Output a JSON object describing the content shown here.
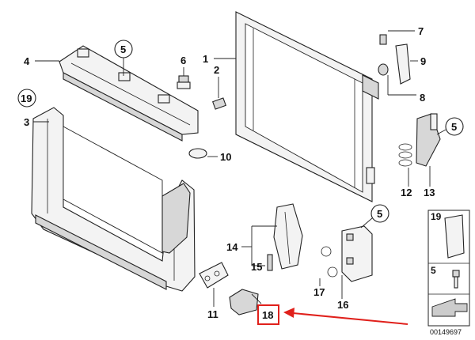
{
  "diagram": {
    "callouts": {
      "c1": "1",
      "c2": "2",
      "c3": "3",
      "c4": "4",
      "c5a": "5",
      "c6": "6",
      "c7": "7",
      "c8": "8",
      "c9": "9",
      "c10": "10",
      "c11": "11",
      "c12": "12",
      "c13": "13",
      "c14": "14",
      "c15": "15",
      "c16": "16",
      "c17": "17",
      "c18": "18",
      "c19": "19",
      "c5b": "5",
      "c5c": "5"
    },
    "legend": {
      "row1": "19",
      "row2": "5"
    },
    "doc_code": "00149697",
    "highlight_color": "#e0201b"
  }
}
